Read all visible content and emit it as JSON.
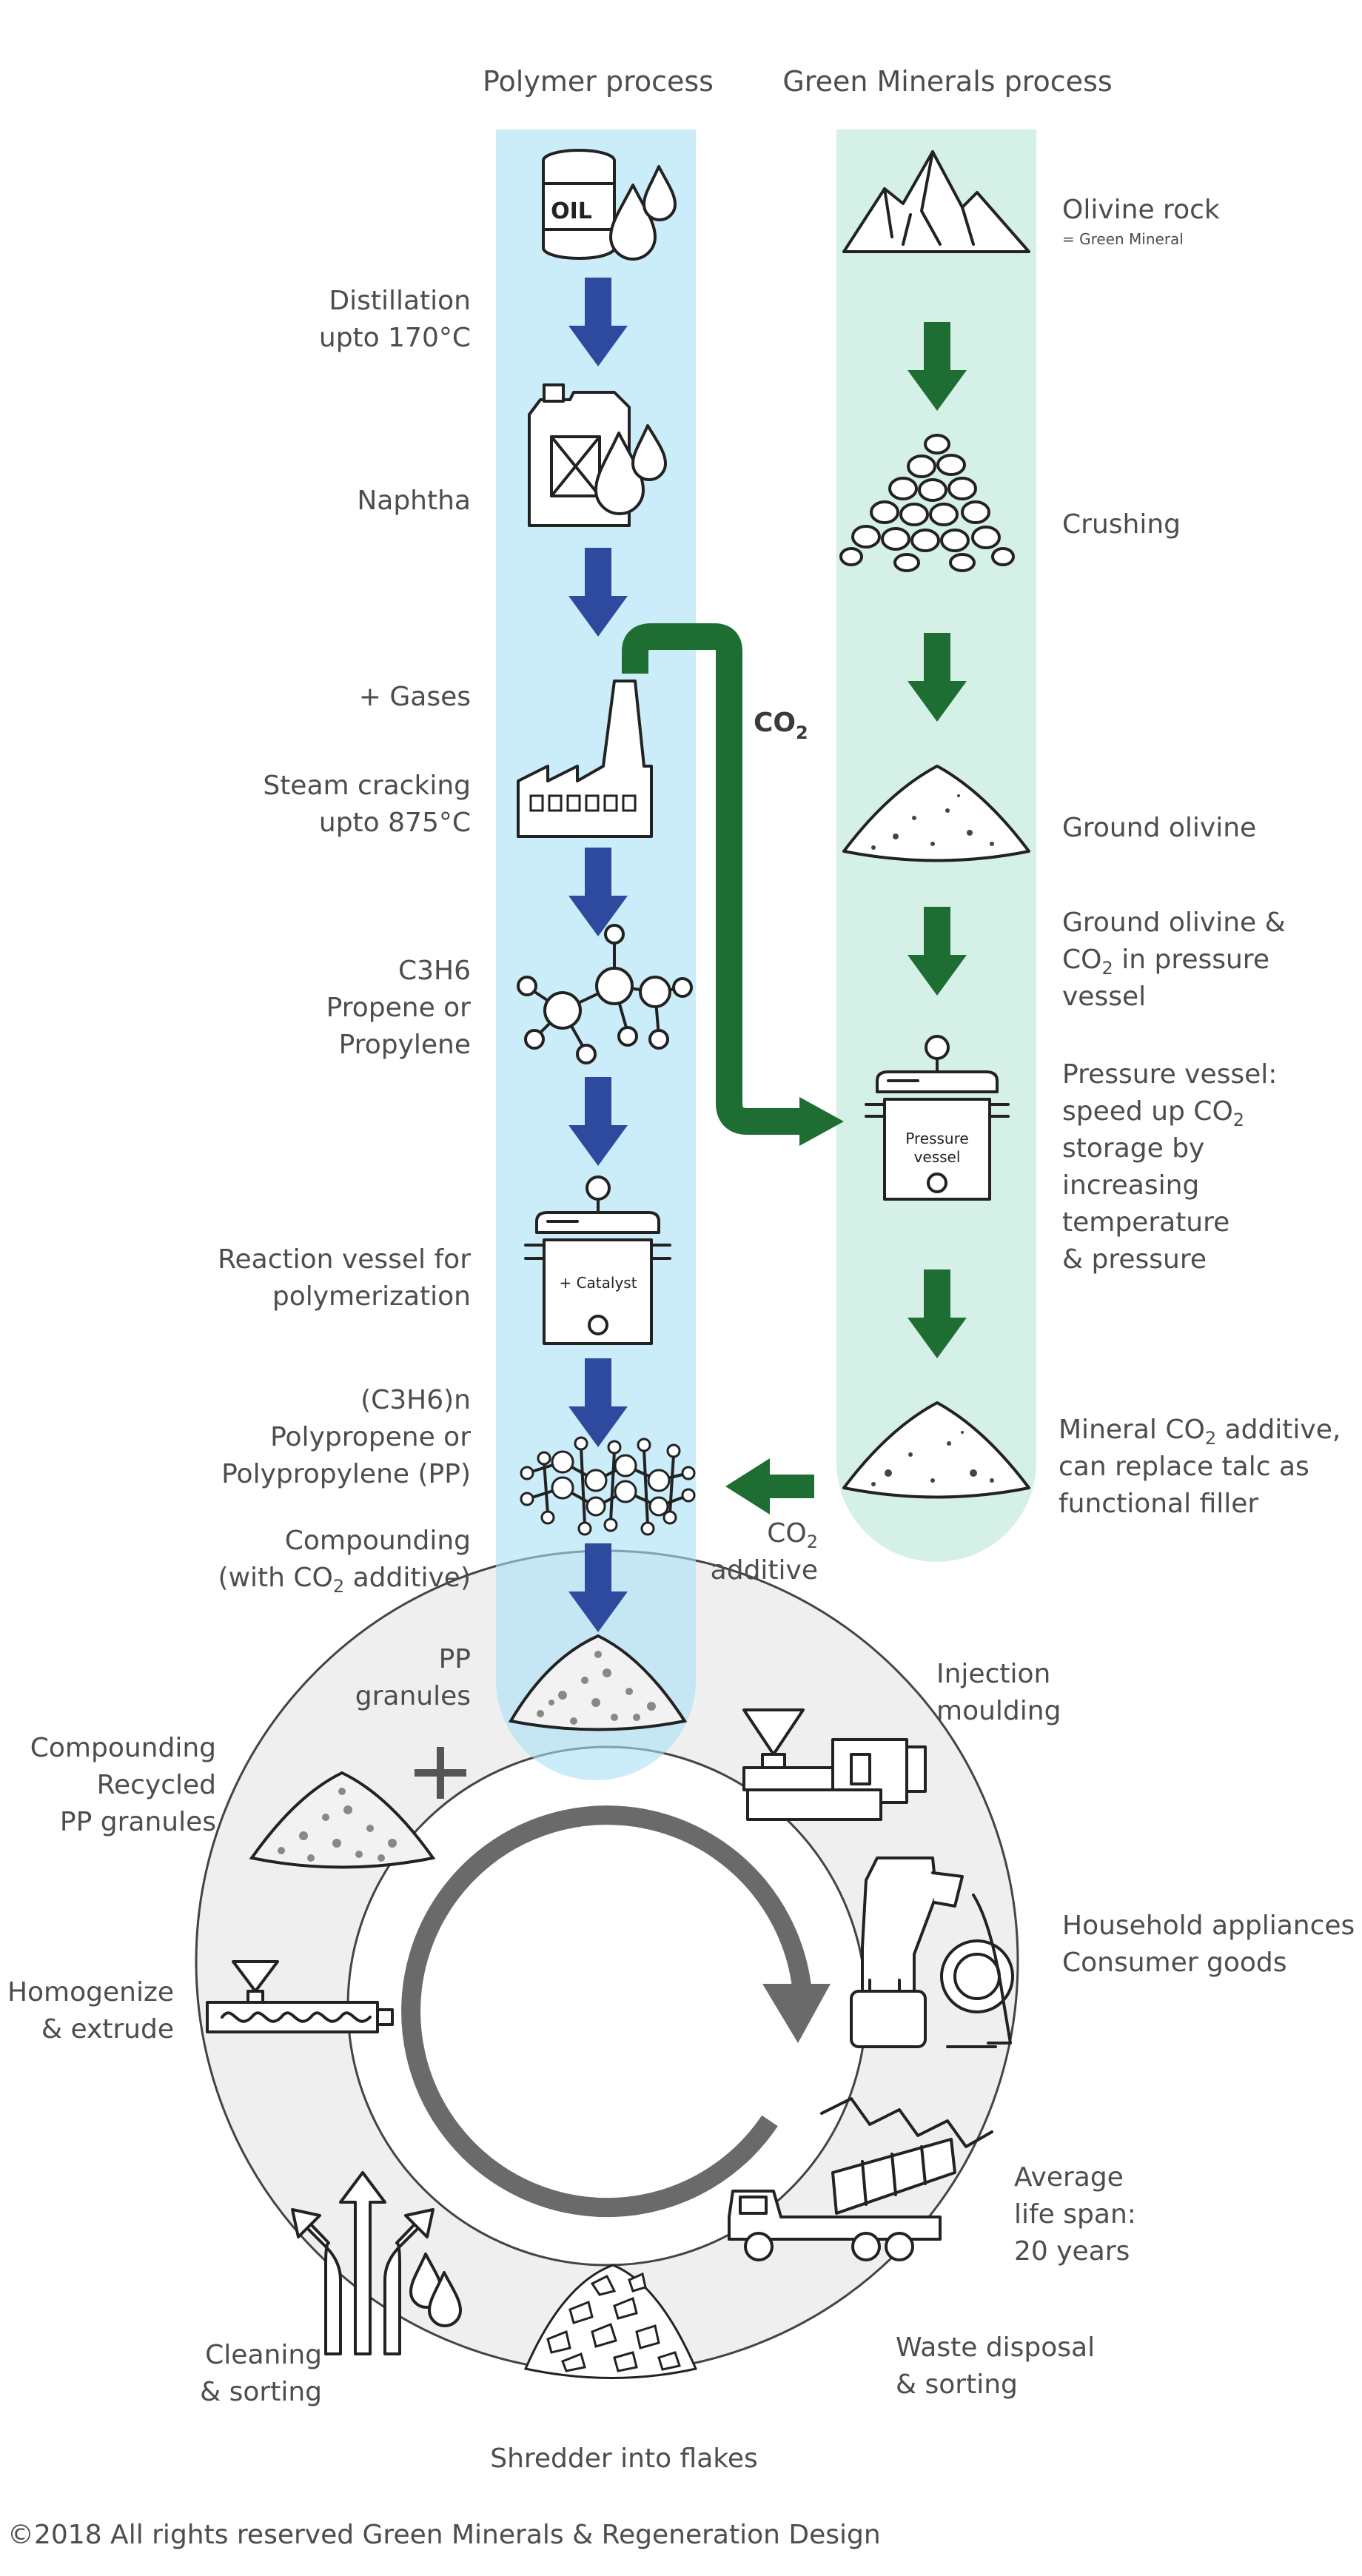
{
  "columns": {
    "polymer_title": "Polymer process",
    "minerals_title": "Green Minerals process"
  },
  "polymer_steps": {
    "oil_icon_text": "OIL",
    "distillation_1": "Distillation",
    "distillation_2": "upto 170°C",
    "naphtha": "Naphtha",
    "gases": "+ Gases",
    "cracking_1": "Steam cracking",
    "cracking_2": "upto 875°C",
    "propene_1": "C3H6",
    "propene_2": "Propene or",
    "propene_3": "Propylene",
    "reaction_1": "Reaction vessel for",
    "reaction_2": "polymerization",
    "catalyst": "+ Catalyst",
    "pp_1": "(C3H6)n",
    "pp_2": "Polypropene or",
    "pp_3": "Polypropylene (PP)",
    "compounding_1": "Compounding",
    "compounding_2_pre": "(with CO",
    "compounding_2_sub": "2",
    "compounding_2_post": " additive)"
  },
  "mineral_steps": {
    "olivine_1": "Olivine rock",
    "olivine_2": "= Green Mineral",
    "crushing": "Crushing",
    "ground": "Ground olivine",
    "ground_co2_1": "Ground olivine &",
    "ground_co2_2_pre": "CO",
    "ground_co2_2_sub": "2",
    "ground_co2_2_post": " in pressure",
    "ground_co2_3": "vessel",
    "pv_1": "Pressure vessel:",
    "pv_2_pre": "speed up CO",
    "pv_2_sub": "2",
    "pv_3": "storage by",
    "pv_4": "increasing",
    "pv_5": "temperature",
    "pv_6": "& pressure",
    "pv_icon_1": "Pressure",
    "pv_icon_2": "vessel",
    "additive_1_pre": "Mineral CO",
    "additive_1_sub": "2",
    "additive_1_post": " additive,",
    "additive_2": "can replace talc as",
    "additive_3": "functional filler"
  },
  "co2_flow": {
    "co2_main": "CO",
    "co2_sub": "2",
    "additive_co2": "CO",
    "additive_sub": "2",
    "additive_word": "additive"
  },
  "cycle": {
    "pp_granules_1": "PP",
    "pp_granules_2": "granules",
    "injection_1": "Injection",
    "injection_2": "moulding",
    "household_1": "Household appliances",
    "household_2": "Consumer goods",
    "lifespan_1": "Average",
    "lifespan_2": "life span:",
    "lifespan_3": "20 years",
    "waste_1": "Waste disposal",
    "waste_2": "& sorting",
    "shredder": "Shredder into flakes",
    "cleaning_1": "Cleaning",
    "cleaning_2": "& sorting",
    "homogenize_1": "Homogenize",
    "homogenize_2": "& extrude",
    "recycled_1": "Compounding",
    "recycled_2": "Recycled",
    "recycled_3": "PP granules"
  },
  "footer": {
    "copyright": "©2018 All rights reserved Green Minerals & Regeneration Design"
  },
  "colors": {
    "polymer_column": "#cdeefa",
    "mineral_column": "#d5f0e7",
    "blue_arrow": "#2e4a9e",
    "green_arrow": "#1e6e34",
    "cycle_disc": "#efefef",
    "cycle_arrow": "#6a6a6a"
  }
}
